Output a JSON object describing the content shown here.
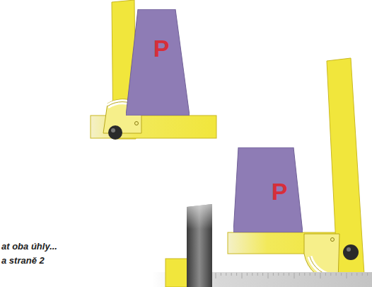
{
  "diagram": {
    "nodes": [
      {
        "text": [
          "P"
        ]
      },
      {
        "text": [
          "P"
        ]
      }
    ],
    "labels": [
      "at oba úhly...",
      "a straně 2"
    ]
  }
}
